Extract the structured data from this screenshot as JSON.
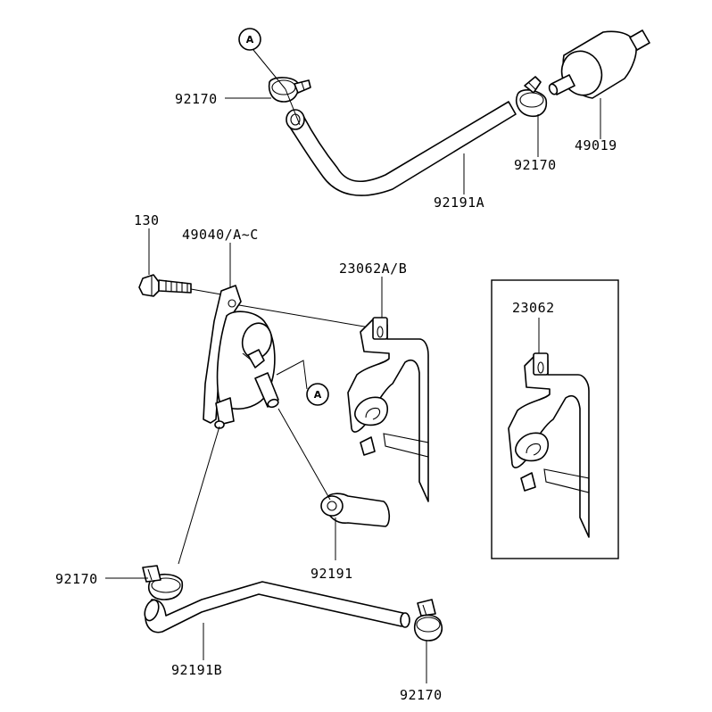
{
  "diagram": {
    "part_labels": {
      "clamp_top_left": "92170",
      "clamp_top_right": "92170",
      "fuel_filter": "49019",
      "hose_top": "92191A",
      "bolt": "130",
      "fuel_pump": "49040/A~C",
      "bracket": "23062A/B",
      "bracket_inset": "23062",
      "hose_short": "92191",
      "clamp_bottom_left": "92170",
      "hose_bottom": "92191B",
      "clamp_bottom_right": "92170"
    },
    "callouts": {
      "top": "A",
      "pump": "A"
    }
  }
}
